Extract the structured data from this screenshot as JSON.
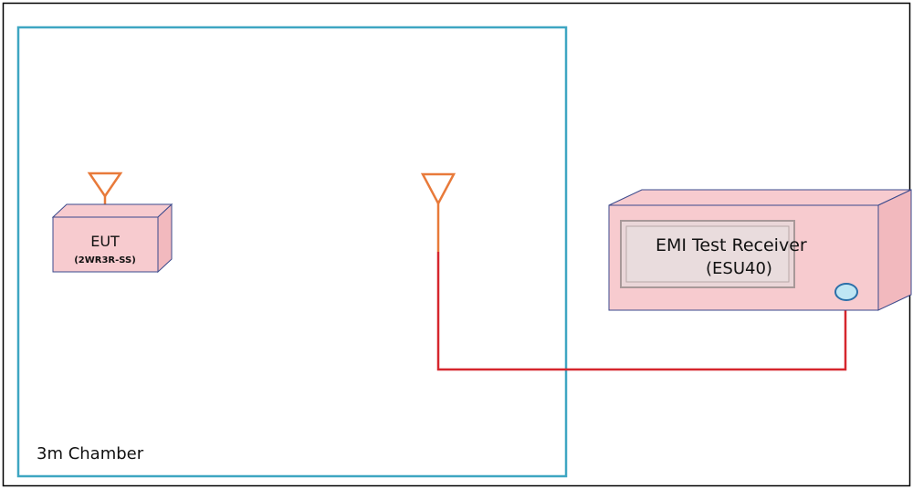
{
  "chamber": {
    "label": "3m Chamber"
  },
  "eut": {
    "title": "EUT",
    "model": "(2WR3R-SS)"
  },
  "receiver": {
    "title": "EMI Test Receiver",
    "model": "(ESU40)"
  },
  "colors": {
    "frame": "#000000",
    "chamber_border": "#3ea6c2",
    "box_fill": "#f7cbcf",
    "box_edge": "#3b4a8c",
    "antenna": "#e87a3a",
    "cable": "#d6262d",
    "display_fill": "#e9dcdd",
    "display_edge": "#9a8a8a",
    "port_fill": "#bfe6f4",
    "port_edge": "#2b6fa8"
  }
}
